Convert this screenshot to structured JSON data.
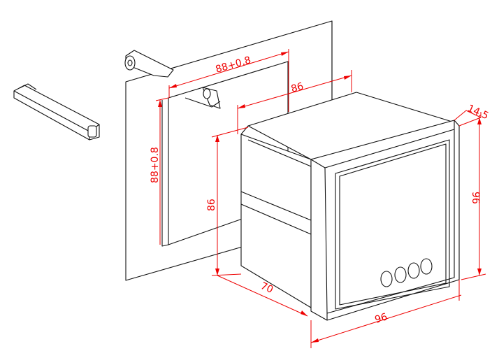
{
  "title": "Panel meter mounting dimensions",
  "dimensions": {
    "cutout_width": "88+0.8",
    "cutout_height": "88+0.8",
    "body_width": "86",
    "body_height": "86",
    "depth": "70",
    "front_width": "96",
    "front_height": "96",
    "bezel_depth": "14.5"
  },
  "colors": {
    "dimension": "#e00000",
    "outline": "#111111"
  }
}
